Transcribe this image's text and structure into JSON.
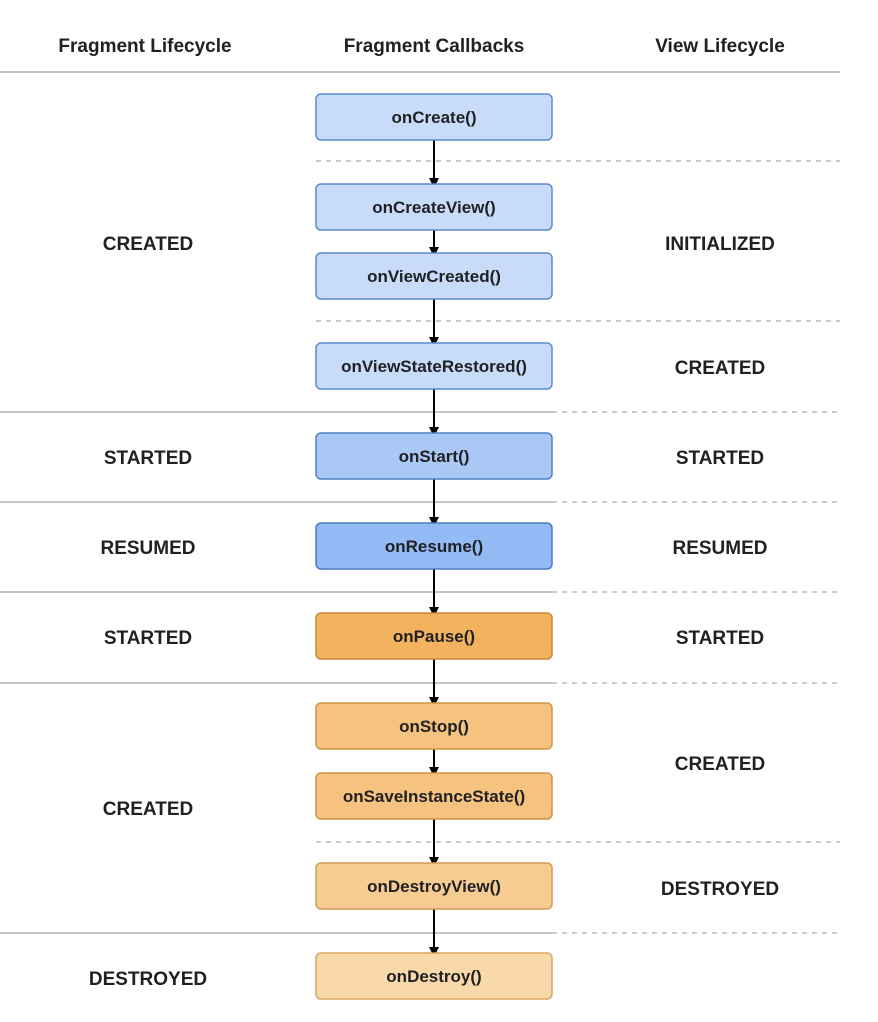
{
  "headers": {
    "fragment_lifecycle": "Fragment Lifecycle",
    "fragment_callbacks": "Fragment Callbacks",
    "view_lifecycle": "View Lifecycle"
  },
  "callbacks": [
    {
      "label": "onCreate()",
      "fill": "#c8dcfa",
      "stroke": "#5b8ccf"
    },
    {
      "label": "onCreateView()",
      "fill": "#c8dcfa",
      "stroke": "#5b8ccf"
    },
    {
      "label": "onViewCreated()",
      "fill": "#c8dcfa",
      "stroke": "#5b8ccf"
    },
    {
      "label": "onViewStateRestored()",
      "fill": "#c8dcfa",
      "stroke": "#5b8ccf"
    },
    {
      "label": "onStart()",
      "fill": "#a9c8f5",
      "stroke": "#4f82c8"
    },
    {
      "label": "onResume()",
      "fill": "#93baf5",
      "stroke": "#4a7cc2"
    },
    {
      "label": "onPause()",
      "fill": "#f2b25e",
      "stroke": "#c98a35"
    },
    {
      "label": "onStop()",
      "fill": "#f5c27f",
      "stroke": "#cf9448"
    },
    {
      "label": "onSaveInstanceState()",
      "fill": "#f5c27f",
      "stroke": "#cf9448"
    },
    {
      "label": "onDestroyView()",
      "fill": "#f7cc92",
      "stroke": "#d39c56"
    },
    {
      "label": "onDestroy()",
      "fill": "#f9d8aa",
      "stroke": "#d8a664"
    }
  ],
  "fragment_states": [
    "CREATED",
    "STARTED",
    "RESUMED",
    "STARTED",
    "CREATED",
    "DESTROYED"
  ],
  "view_states": [
    "INITIALIZED",
    "CREATED",
    "STARTED",
    "RESUMED",
    "STARTED",
    "CREATED",
    "DESTROYED"
  ],
  "colors": {
    "arrow": "#000000",
    "solid_divider": "#b0b0b0",
    "dashed_divider": "#b8b8b8",
    "text": "#202124"
  }
}
